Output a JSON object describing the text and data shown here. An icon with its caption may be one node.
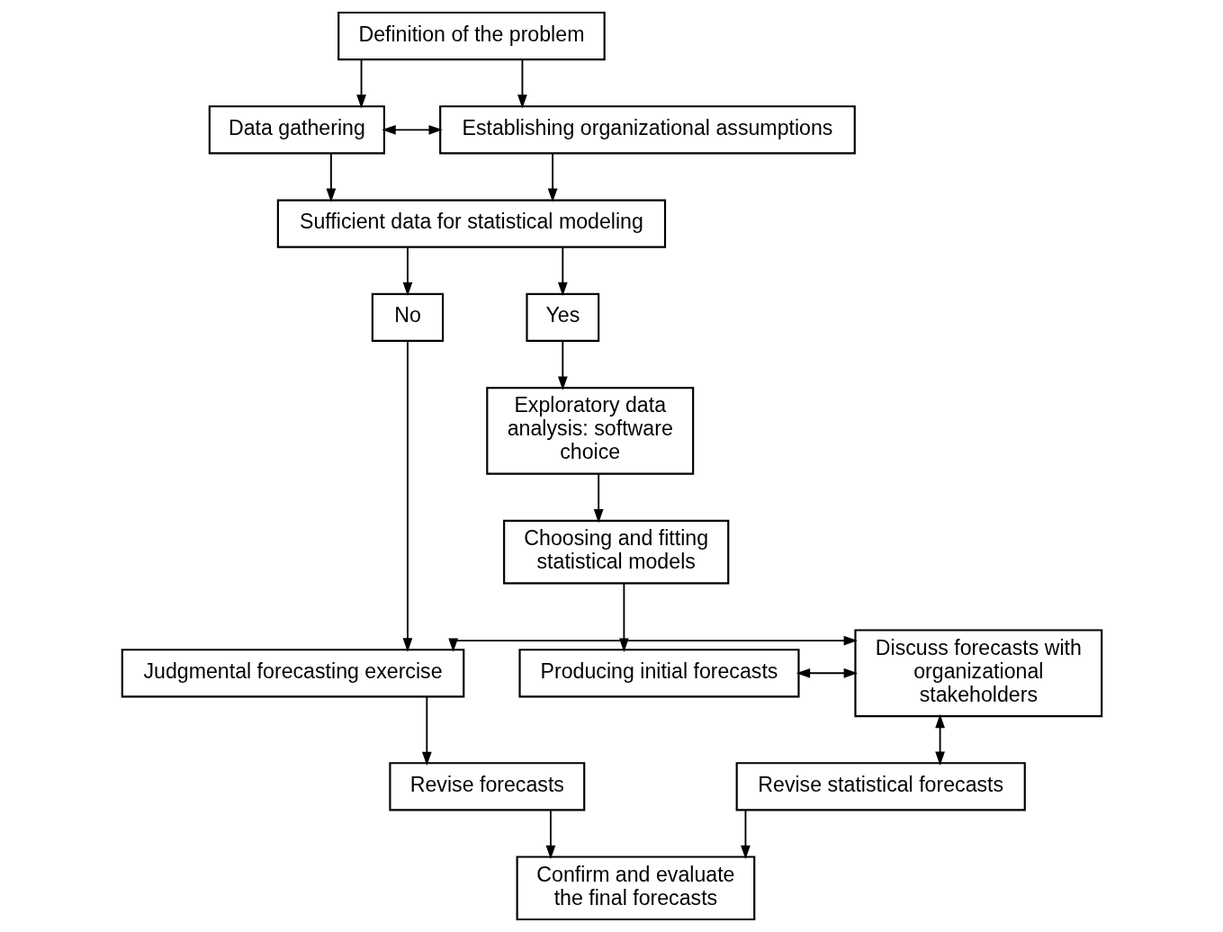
{
  "diagram": {
    "nodes": [
      {
        "text": [
          "Definition of the problem"
        ]
      },
      {
        "text": [
          "Data gathering"
        ]
      },
      {
        "text": [
          "Establishing organizational assumptions"
        ]
      },
      {
        "text": [
          "Sufficient data for statistical modeling"
        ]
      },
      {
        "text": [
          "No"
        ]
      },
      {
        "text": [
          "Yes"
        ]
      },
      {
        "text": [
          "Exploratory data analysis: software choice"
        ]
      },
      {
        "text": [
          "Choosing and fitting statistical models"
        ]
      },
      {
        "text": [
          "Judgmental forecasting exercise"
        ]
      },
      {
        "text": [
          "Discuss forecasts with organizational stakeholders"
        ]
      },
      {
        "text": [
          "Producing initial forecasts"
        ]
      },
      {
        "text": [
          "Revise forecasts"
        ]
      },
      {
        "text": [
          "Revise statistical forecasts"
        ]
      },
      {
        "text": [
          "Confirm and evaluate the final forecasts"
        ]
      }
    ],
    "edges": [
      {
        "from": 0,
        "to": 1,
        "arrow": "to"
      },
      {
        "from": 0,
        "to": 2,
        "arrow": "to"
      },
      {
        "from": 1,
        "to": 2,
        "arrow": "both"
      },
      {
        "from": 1,
        "to": 3,
        "arrow": "to"
      },
      {
        "from": 2,
        "to": 3,
        "arrow": "to"
      },
      {
        "from": 3,
        "to": 4,
        "arrow": "to"
      },
      {
        "from": 3,
        "to": 5,
        "arrow": "to"
      },
      {
        "from": 4,
        "to": 8,
        "arrow": "to"
      },
      {
        "from": 5,
        "to": 6,
        "arrow": "to"
      },
      {
        "from": 6,
        "to": 7,
        "arrow": "to"
      },
      {
        "from": 7,
        "to": 10,
        "arrow": "to"
      },
      {
        "from": 8,
        "to": 9,
        "arrow": "both"
      },
      {
        "from": 9,
        "to": 10,
        "arrow": "both"
      },
      {
        "from": 9,
        "to": 12,
        "arrow": "both"
      },
      {
        "from": 8,
        "to": 11,
        "arrow": "to"
      },
      {
        "from": 11,
        "to": 13,
        "arrow": "to"
      },
      {
        "from": 12,
        "to": 13,
        "arrow": "to"
      }
    ]
  }
}
